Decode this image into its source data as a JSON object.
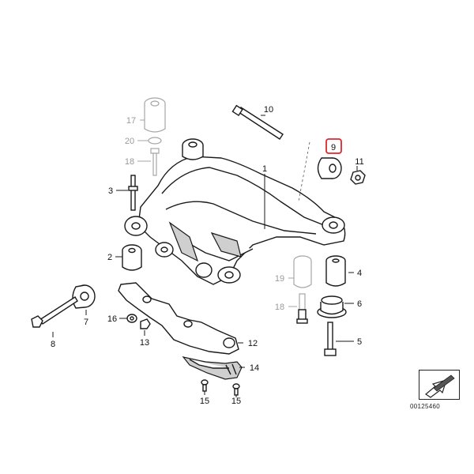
{
  "callouts": {
    "c1": "1",
    "c2": "2",
    "c3": "3",
    "c4": "4",
    "c5": "5",
    "c6": "6",
    "c7": "7",
    "c8": "8",
    "c9": "9",
    "c10": "10",
    "c11": "11",
    "c12": "12",
    "c13": "13",
    "c14": "14",
    "c15a": "15",
    "c15b": "15",
    "c16": "16",
    "c17": "17",
    "c18a": "18",
    "c18b": "18",
    "c19": "19",
    "c20": "20"
  },
  "highlight": {
    "part": "9",
    "color": "#e0262b"
  },
  "document_id": "00125460",
  "icons": {
    "corner": "arrow-stamp-icon"
  }
}
